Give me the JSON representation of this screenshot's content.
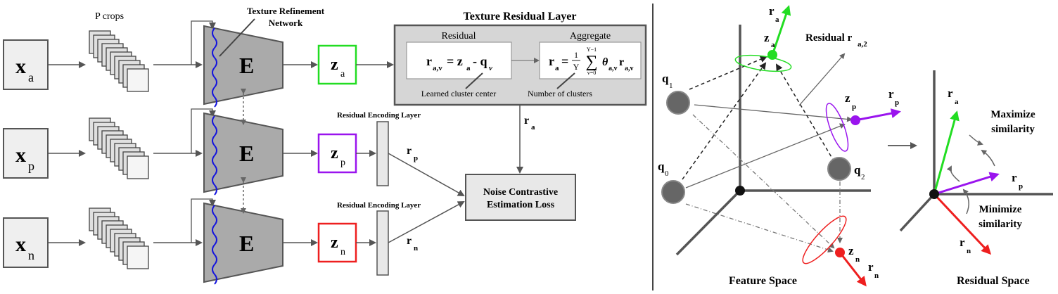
{
  "left": {
    "crops_label": "P crops",
    "refinement_label": [
      "Texture Refinement",
      "Network"
    ],
    "encoder_label": "E",
    "inputs": [
      {
        "x": "x",
        "sub": "a"
      },
      {
        "x": "x",
        "sub": "p"
      },
      {
        "x": "x",
        "sub": "n"
      }
    ],
    "embeddings": [
      {
        "z": "z",
        "sub": "a",
        "color": "#22dd22"
      },
      {
        "z": "z",
        "sub": "p",
        "color": "#9a14ee"
      },
      {
        "z": "z",
        "sub": "n",
        "color": "#ee1f1f"
      }
    ],
    "residual_encoding_label": "Residual Encoding Layer",
    "texture_layer": {
      "title": "Texture Residual Layer",
      "residual_label": "Residual",
      "aggregate_label": "Aggregate",
      "residual_formula": {
        "r": "r",
        "rsub": "a,v",
        "eq": "= z",
        "zsub": "a",
        "minus": "- q",
        "qsub": "v"
      },
      "aggregate_formula": {
        "r": "r",
        "rsub": "a",
        "eq": "=",
        "frac_num": "1",
        "frac_den": "Υ",
        "sum": "∑",
        "sum_top": "Υ−1",
        "sum_bot": "v=0",
        "theta": "θ",
        "theta_sub": "a,v",
        "r2": "r",
        "r2sub": "a,v"
      },
      "cluster_center_label": "Learned cluster center",
      "num_clusters_label": "Number of clusters"
    },
    "ra_label": {
      "r": "r",
      "sub": "a"
    },
    "rp_label": {
      "r": "r",
      "sub": "p"
    },
    "rn_label": {
      "r": "r",
      "sub": "n"
    },
    "loss_label": [
      "Noise Contrastive",
      "Estimation Loss"
    ]
  },
  "feature_space": {
    "title": "Feature Space",
    "residual_label": {
      "text": "Residual r",
      "sub": "a,2"
    },
    "centers": [
      {
        "q": "q",
        "sub": "1"
      },
      {
        "q": "q",
        "sub": "0"
      },
      {
        "q": "q",
        "sub": "2"
      }
    ],
    "points": [
      {
        "z": "z",
        "sub": "a",
        "color": "#22dd22"
      },
      {
        "z": "z",
        "sub": "p",
        "color": "#9a14ee"
      },
      {
        "z": "z",
        "sub": "n",
        "color": "#ee1f1f"
      }
    ],
    "vectors": [
      {
        "r": "r",
        "sub": "a"
      },
      {
        "r": "r",
        "sub": "p"
      },
      {
        "r": "r",
        "sub": "n"
      }
    ]
  },
  "residual_space": {
    "title": "Residual Space",
    "maximize_label": [
      "Maximize",
      "similarity"
    ],
    "minimize_label": [
      "Minimize",
      "similarity"
    ],
    "vectors": [
      {
        "r": "r",
        "sub": "a",
        "color": "#22dd22"
      },
      {
        "r": "r",
        "sub": "p",
        "color": "#9a14ee"
      },
      {
        "r": "r",
        "sub": "n",
        "color": "#ee1f1f"
      }
    ]
  }
}
